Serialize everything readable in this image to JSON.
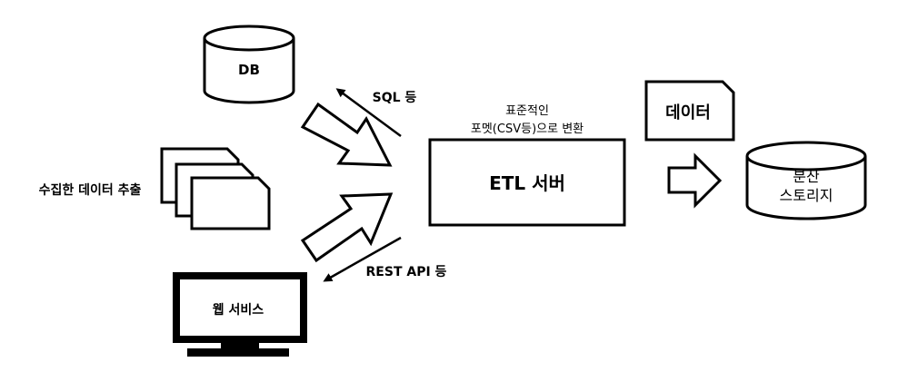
{
  "diagram": {
    "db_label": "DB",
    "collected_data_label": "수집한 데이터 추출",
    "web_service_label": "웹 서비스",
    "sql_label": "SQL 등",
    "rest_label": "REST API 등",
    "format_line1": "표준적인",
    "format_line2": "포멧(CSV등)으로 변환",
    "etl_label": "ETL 서버",
    "data_doc_label": "데이터",
    "storage_line1": "분산",
    "storage_line2": "스토리지"
  }
}
